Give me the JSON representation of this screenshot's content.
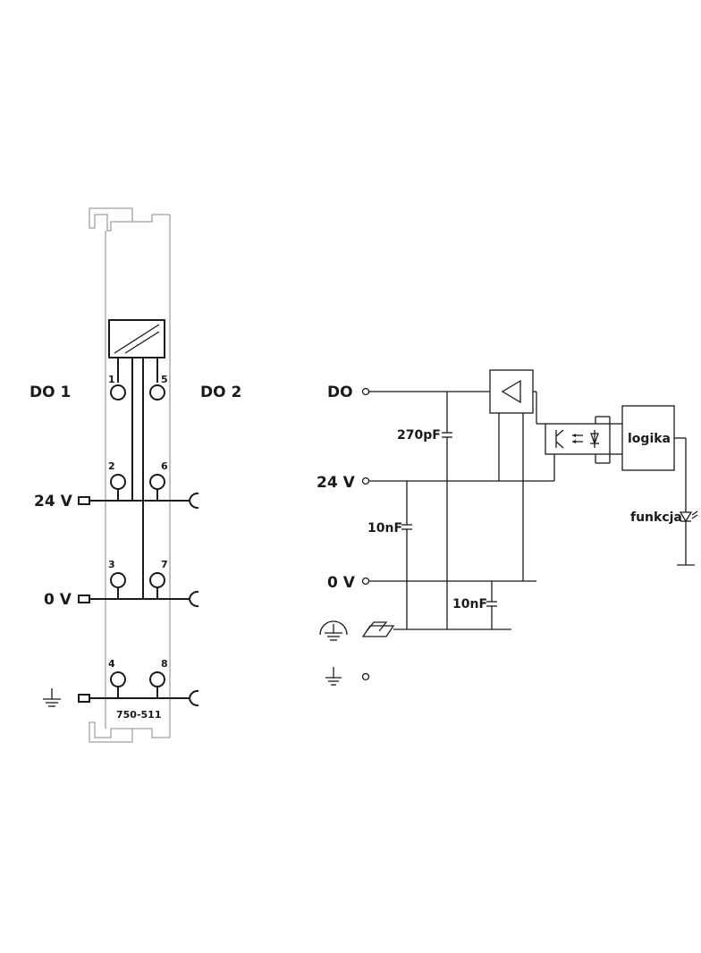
{
  "left_module": {
    "label_do1": "DO 1",
    "label_do2": "DO 2",
    "label_24v": "24 V",
    "label_0v": "0 V",
    "terminals": [
      "1",
      "5",
      "2",
      "6",
      "3",
      "7",
      "4",
      "8"
    ],
    "part_number": "750-511",
    "ground_icon": "ground-icon"
  },
  "schematic": {
    "label_do": "DO",
    "label_24v": "24 V",
    "label_0v": "0 V",
    "cap_270pf": "270pF",
    "cap_10nf_a": "10nF",
    "cap_10nf_b": "10nF",
    "logic_box": "logika",
    "function_led": "funkcja",
    "protective_earth_icon": "protective-earth-icon",
    "din_rail_icon": "din-rail-icon",
    "ground_icon": "ground-icon"
  }
}
